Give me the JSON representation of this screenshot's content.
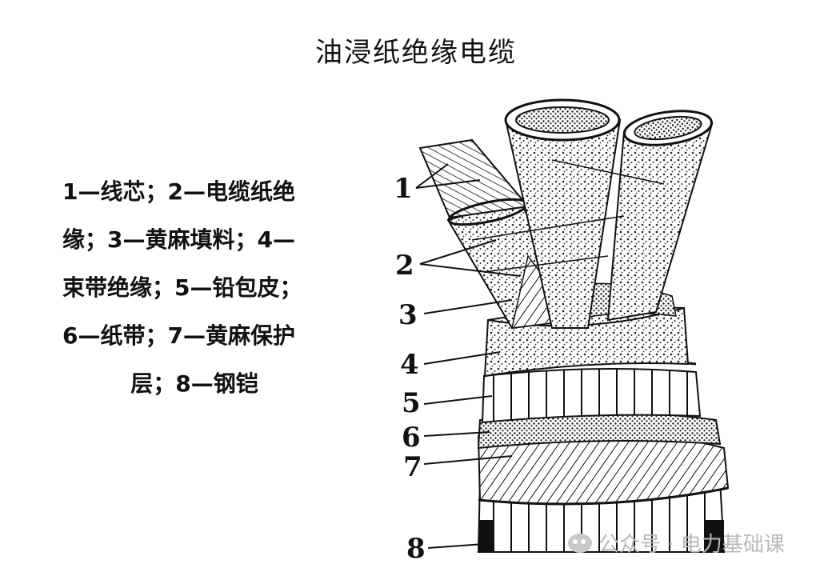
{
  "title": "油浸纸绝缘电缆",
  "legend": {
    "line1": "1—线芯；2—电缆纸绝",
    "line2": "缘；3—黄麻填料；4—",
    "line3": "束带绝缘；5—铅包皮；",
    "line4": "6—纸带；7—黄麻保护",
    "line5": "层；8—钢铠"
  },
  "labels": {
    "n1": "1",
    "n2": "2",
    "n3": "3",
    "n4": "4",
    "n5": "5",
    "n6": "6",
    "n7": "7",
    "n8": "8"
  },
  "watermark": {
    "text": "公众号 · 电力基础课",
    "icon": "wechat-icon"
  }
}
